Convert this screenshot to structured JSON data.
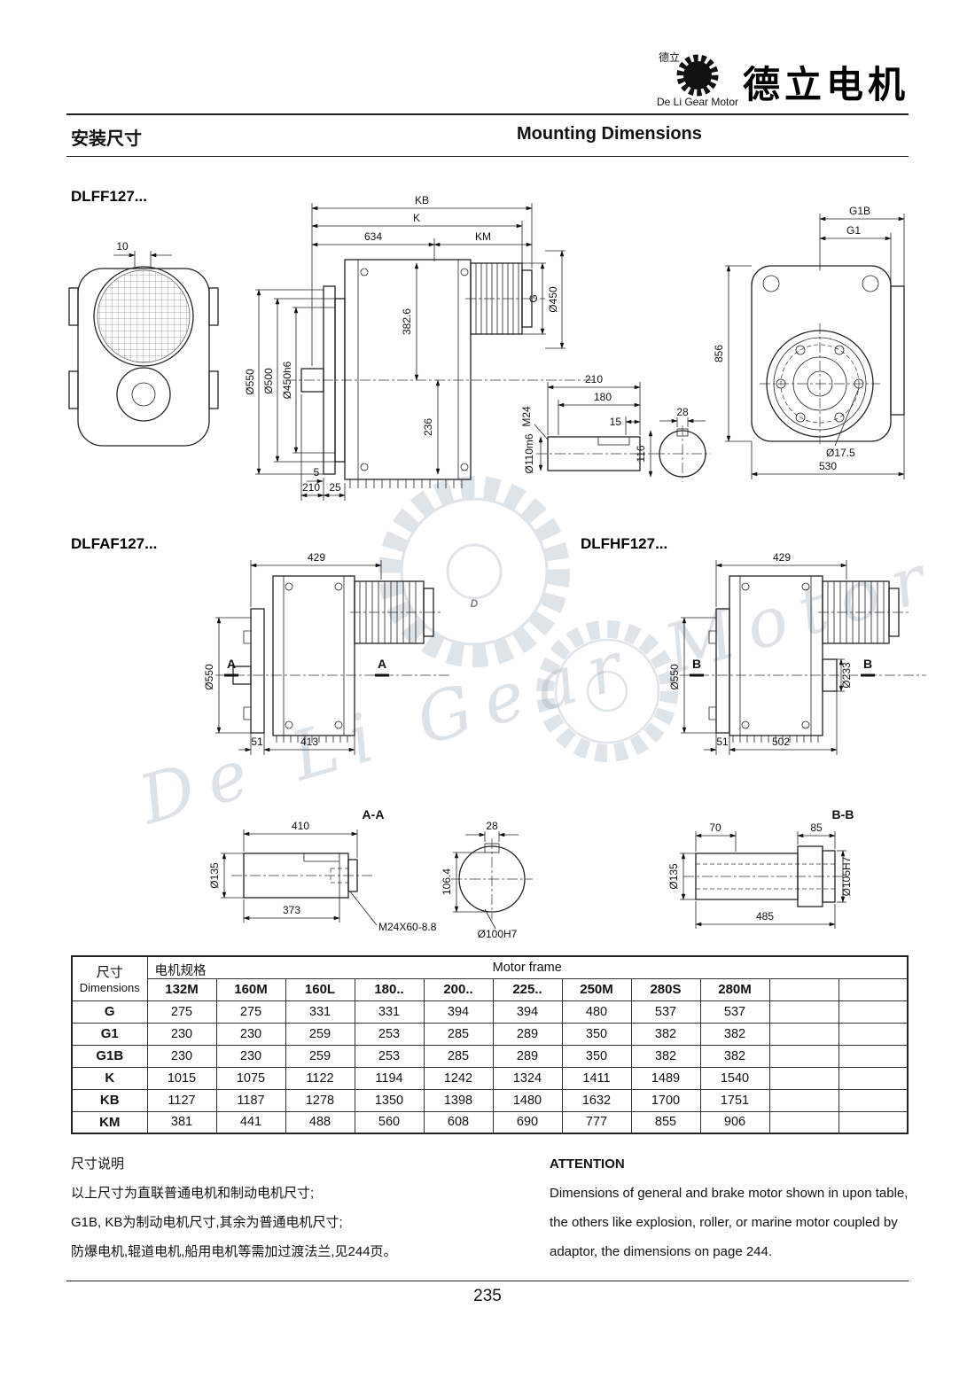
{
  "header": {
    "logo_zh": "德立",
    "logo_letter": "D",
    "logo_motto": "De Li Gear Motor",
    "brand": "德立电机"
  },
  "title": {
    "zh": "安装尺寸",
    "en": "Mounting Dimensions"
  },
  "sections": {
    "dlff": "DLFF127...",
    "dlfaf": "DLFAF127...",
    "dlfhf": "DLFHF127..."
  },
  "dlff": {
    "d10": "10",
    "kb": "KB",
    "k": "K",
    "n634": "634",
    "km": "KM",
    "g": "G",
    "d450": "Ø450",
    "d550": "Ø550",
    "d500": "Ø500",
    "d450h6": "Ø450h6",
    "n382": "382.6",
    "n236": "236",
    "n5": "5",
    "n210s": "210",
    "n25": "25",
    "n210": "210",
    "n180": "180",
    "n15": "15",
    "m24": "M24",
    "d110": "Ø110m6",
    "n28": "28",
    "n116": "116",
    "g1b": "G1B",
    "g1": "G1",
    "n856": "856",
    "d17": "Ø17.5",
    "n530": "530"
  },
  "dlfaf": {
    "n429": "429",
    "d550": "Ø550",
    "a": "A",
    "n51": "51",
    "n413": "413"
  },
  "dlfhf": {
    "n429": "429",
    "d550": "Ø550",
    "b": "B",
    "d233": "Ø233",
    "n51": "51",
    "n502": "502"
  },
  "aa": {
    "label": "A-A",
    "n410": "410",
    "d135": "Ø135",
    "n373": "373",
    "m24": "M24X60-8.8",
    "n28": "28",
    "n106": "106.4",
    "d100": "Ø100H7"
  },
  "bb": {
    "label": "B-B",
    "n70": "70",
    "n85": "85",
    "d135": "Ø135",
    "n485": "485",
    "d105": "Ø105H7"
  },
  "table": {
    "dim_zh": "尺寸",
    "dim_en": "Dimensions",
    "motor_zh": "电机规格",
    "motor_en": "Motor frame",
    "columns": [
      "132M",
      "160M",
      "160L",
      "180..",
      "200..",
      "225..",
      "250M",
      "280S",
      "280M"
    ],
    "rows": [
      {
        "label": "G",
        "values": [
          "275",
          "275",
          "331",
          "331",
          "394",
          "394",
          "480",
          "537",
          "537"
        ]
      },
      {
        "label": "G1",
        "values": [
          "230",
          "230",
          "259",
          "253",
          "285",
          "289",
          "350",
          "382",
          "382"
        ]
      },
      {
        "label": "G1B",
        "values": [
          "230",
          "230",
          "259",
          "253",
          "285",
          "289",
          "350",
          "382",
          "382"
        ]
      },
      {
        "label": "K",
        "values": [
          "1015",
          "1075",
          "1122",
          "1194",
          "1242",
          "1324",
          "1411",
          "1489",
          "1540"
        ]
      },
      {
        "label": "KB",
        "values": [
          "1127",
          "1187",
          "1278",
          "1350",
          "1398",
          "1480",
          "1632",
          "1700",
          "1751"
        ]
      },
      {
        "label": "KM",
        "values": [
          "381",
          "441",
          "488",
          "560",
          "608",
          "690",
          "777",
          "855",
          "906"
        ]
      }
    ]
  },
  "notes": {
    "title": "尺寸说明",
    "line1": "以上尺寸为直联普通电机和制动电机尺寸;",
    "line2": "G1B, KB为制动电机尺寸,其余为普通电机尺寸;",
    "line3": "防爆电机,辊道电机,船用电机等需加过渡法兰,见244页。"
  },
  "attention": {
    "title": "ATTENTION",
    "line1": "Dimensions of general and brake motor shown in upon table,",
    "line2": "the others like explosion, roller, or marine motor coupled by",
    "line3": "adaptor, the dimensions on page 244."
  },
  "watermark": {
    "text": "De Li Gear Motor",
    "letter": "D"
  },
  "footer": {
    "page": "235"
  }
}
